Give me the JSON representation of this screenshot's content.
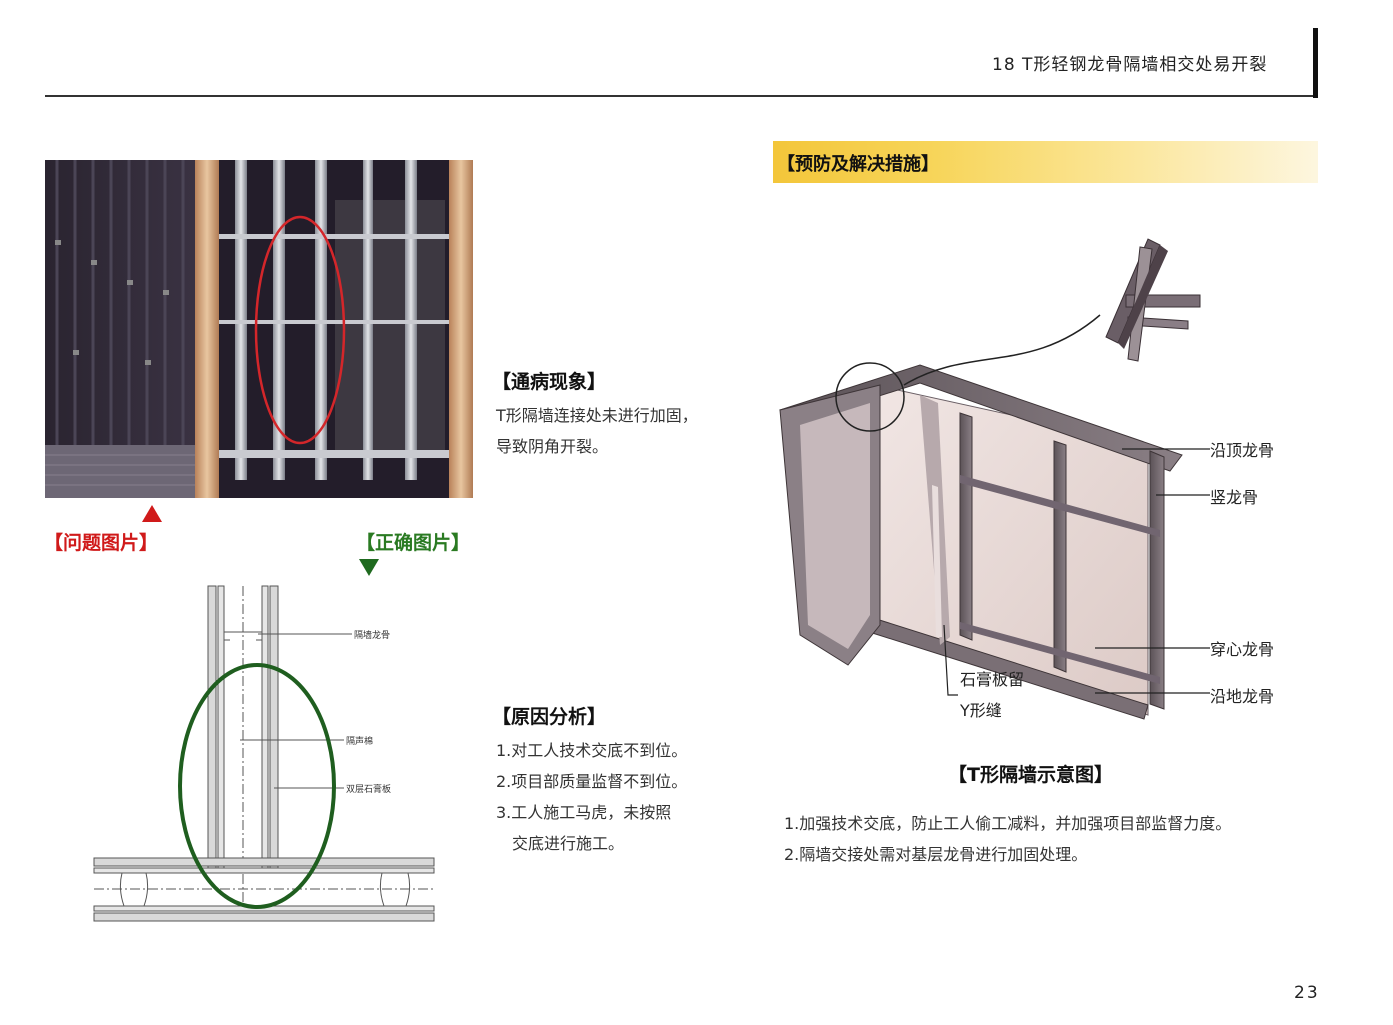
{
  "header": {
    "title": "18  T形轻钢龙骨隔墙相交处易开裂"
  },
  "labels": {
    "problem_photo": "【问题图片】",
    "correct_photo": "【正确图片】"
  },
  "symptom": {
    "title": "【通病现象】",
    "body": "T形隔墙连接处未进行加固，导致阴角开裂。"
  },
  "cause": {
    "title": "【原因分析】",
    "items": [
      "1.对工人技术交底不到位。",
      "2.项目部质量监督不到位。",
      "3.工人施工马虎，未按照",
      "交底进行施工。"
    ]
  },
  "prevention": {
    "title": "【预防及解决措施】",
    "items": [
      "1.加强技术交底，防止工人偷工减料，并加强项目部监督力度。",
      "2.隔墙交接处需对基层龙骨进行加固处理。"
    ]
  },
  "detail_drawing": {
    "labels": [
      "隔墙龙骨",
      "隔声棉",
      "双层石膏板"
    ]
  },
  "t_wall_diagram": {
    "caption": "【T形隔墙示意图】",
    "callouts": {
      "top_track": "沿顶龙骨",
      "vertical_stud": "竖龙骨",
      "cross_channel": "穿心龙骨",
      "floor_track": "沿地龙骨",
      "gypsum_gap_line1": "石膏板留",
      "gypsum_gap_line2": "Y形缝"
    }
  },
  "page": {
    "number": "23"
  },
  "colors": {
    "problem_red": "#d01a1a",
    "correct_green": "#1f6a1f",
    "banner_yellow": "#f3c63a"
  }
}
